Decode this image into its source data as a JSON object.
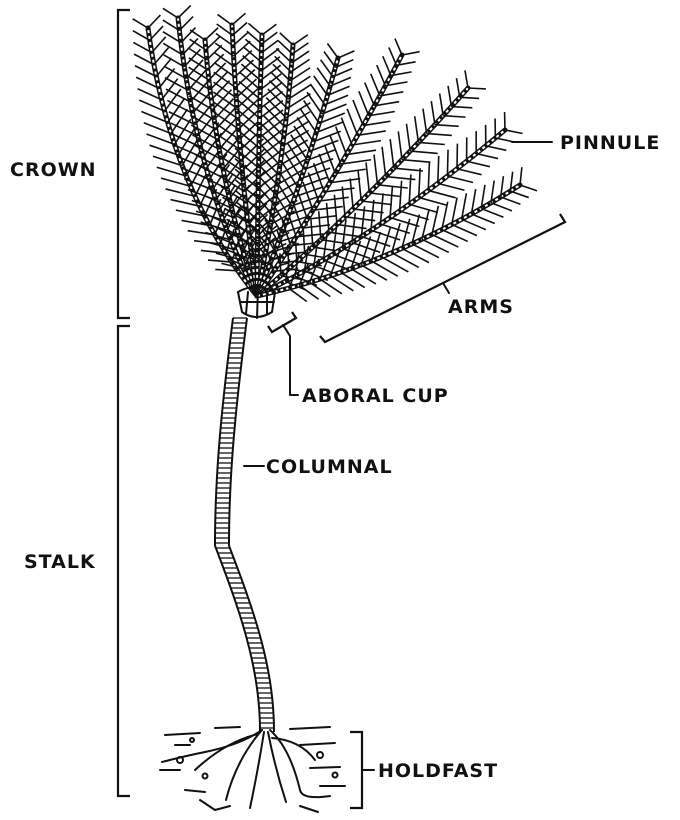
{
  "labels": {
    "crown": "CROWN",
    "stalk": "STALK",
    "pinnule": "PINNULE",
    "arms": "ARMS",
    "aboral_cup": "ABORAL CUP",
    "columnal": "COLUMNAL",
    "holdfast": "HOLDFAST"
  },
  "colors": {
    "ink": "#111111",
    "background": "#ffffff"
  }
}
